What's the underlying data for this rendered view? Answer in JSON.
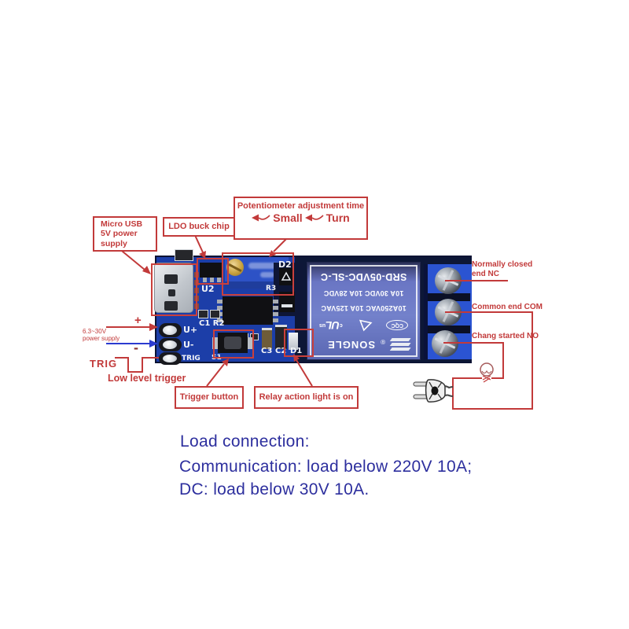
{
  "colors": {
    "annotation_red": "#c23a3a",
    "footer_blue": "#2d2f9e",
    "arrow_blue": "#2b3bd0",
    "pcb_blue": "#1c3ea8",
    "relay_blue": "#7381cb",
    "terminal_blue": "#2b54d2"
  },
  "callouts": {
    "micro_usb": "Micro USB\n5V power\nsupply",
    "ldo": "LDO buck chip",
    "pot_title": "Potentiometer adjustment time",
    "pot_small": "Small",
    "pot_turn": "Turn",
    "trigger_button": "Trigger button",
    "relay_light": "Relay action light is on",
    "nc": "Normally closed\nend NC",
    "com": "Common end COM",
    "no": "Chang started NO",
    "plus": "+",
    "minus": "-",
    "dc_supply": "6.3~30V\npower supply",
    "trig": "TRIG",
    "low_level": "Low level trigger"
  },
  "silkscreen": {
    "u2": "U2",
    "c1r2": "C1 R2",
    "s1": "S1",
    "c3": "C3",
    "c2": "C2",
    "d1": "D1",
    "d2": "D2",
    "r3": "R3",
    "pad_u_plus": "U+",
    "pad_u_minus": "U-",
    "pad_trig": "TRIG"
  },
  "relay": {
    "model": "SRD-05VDC-SL-C",
    "spec_ac": "10A250VAC 10A 125VAC",
    "spec_dc": "10A 30VDC 10A 28VDC",
    "brand": "SONGLE",
    "reg_mark": "®",
    "ul_c": "c",
    "ul": "UL",
    "ul_us": "us",
    "cqc": "CQC"
  },
  "footer": {
    "title": "Load connection:",
    "line1": "Communication: load below 220V 10A;",
    "line2": "DC: load below 30V 10A."
  }
}
